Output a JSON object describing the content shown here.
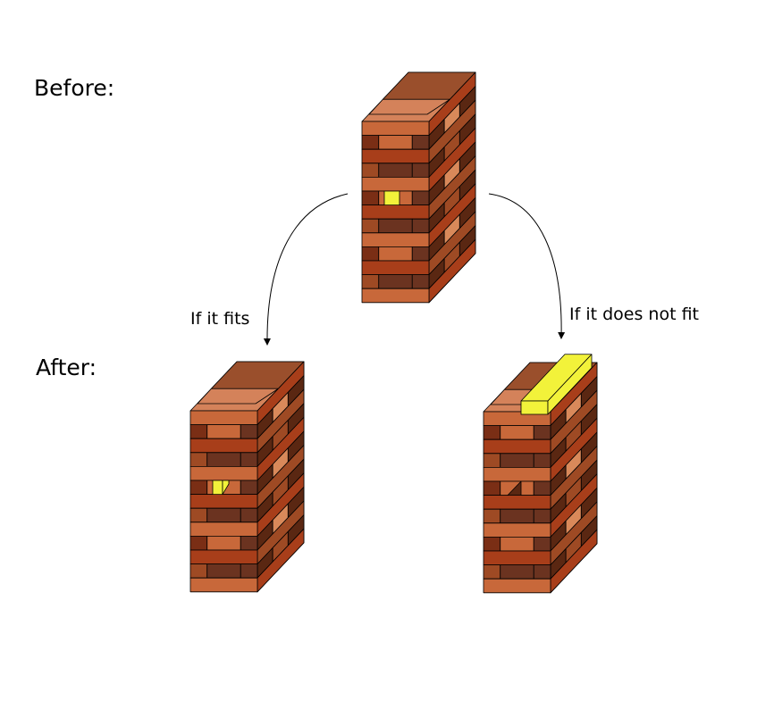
{
  "labels": {
    "before": "Before:",
    "after": "After:",
    "fits": "If it fits",
    "not_fits": "If it does not fit"
  },
  "colors": {
    "background": "#ffffff",
    "front_face": "#c8683a",
    "front_face_alt": "#d27a4a",
    "front_red": "#a83e1a",
    "front_dark": "#6b3320",
    "front_darker": "#7a2e15",
    "side_face": "#9e4a24",
    "side_light": "#d9895a",
    "side_dark": "#5a2712",
    "top_face": "#d4825a",
    "top_back": "#9a4f2c",
    "highlight": "#f2f23a",
    "outline": "#000000",
    "arrow": "#000000"
  },
  "towers": [
    {
      "id": "before",
      "highlight": "middle-end"
    },
    {
      "id": "after-fits",
      "highlight": "middle-end-pushed"
    },
    {
      "id": "after-not-fit",
      "highlight": "top-long"
    }
  ]
}
